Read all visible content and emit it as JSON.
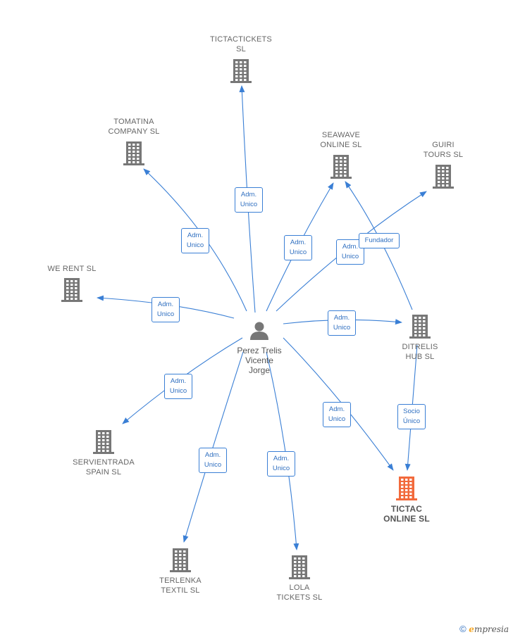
{
  "colors": {
    "edge": "#3a7fd5",
    "building": "#777777",
    "focus": "#f26a3c"
  },
  "person": {
    "name": "Perez Trelis\nVicente\nJorge"
  },
  "nodes": [
    {
      "id": "tictactickets",
      "label": "TICTACTICKETS\nSL",
      "focus": false
    },
    {
      "id": "tomatina",
      "label": "TOMATINA\nCOMPANY SL",
      "focus": false
    },
    {
      "id": "seawave",
      "label": "SEAWAVE\nONLINE SL",
      "focus": false
    },
    {
      "id": "guiri",
      "label": "GUIRI\nTOURS SL",
      "focus": false
    },
    {
      "id": "werent",
      "label": "WE RENT SL",
      "focus": false
    },
    {
      "id": "ditrelis",
      "label": "DITRELIS\nHUB SL",
      "focus": false
    },
    {
      "id": "servientrada",
      "label": "SERVIENTRADA\nSPAIN SL",
      "focus": false
    },
    {
      "id": "tictac",
      "label": "TICTAC\nONLINE SL",
      "focus": true
    },
    {
      "id": "terlenka",
      "label": "TERLENKA\nTEXTIL SL",
      "focus": false
    },
    {
      "id": "lola",
      "label": "LOLA\nTICKETS SL",
      "focus": false
    }
  ],
  "edges": [
    {
      "from": "person",
      "to": "tictactickets",
      "label": "Adm.\nUnico"
    },
    {
      "from": "person",
      "to": "tomatina",
      "label": "Adm.\nUnico"
    },
    {
      "from": "person",
      "to": "seawave",
      "label": "Adm.\nUnico"
    },
    {
      "from": "person",
      "to": "guiri",
      "label": "Adm.\nUnico"
    },
    {
      "from": "ditrelis",
      "to": "seawave",
      "label": "Fundador"
    },
    {
      "from": "person",
      "to": "werent",
      "label": "Adm.\nUnico"
    },
    {
      "from": "person",
      "to": "ditrelis",
      "label": "Adm.\nUnico"
    },
    {
      "from": "person",
      "to": "servientrada",
      "label": "Adm.\nUnico"
    },
    {
      "from": "person",
      "to": "tictac",
      "label": "Adm.\nUnico"
    },
    {
      "from": "ditrelis",
      "to": "tictac",
      "label": "Socio\nÚnico"
    },
    {
      "from": "person",
      "to": "terlenka",
      "label": "Adm.\nUnico"
    },
    {
      "from": "person",
      "to": "lola",
      "label": "Adm.\nUnico"
    }
  ],
  "footer": {
    "symbol": "©",
    "brand_e": "e",
    "brand_rest": "mpresia"
  }
}
